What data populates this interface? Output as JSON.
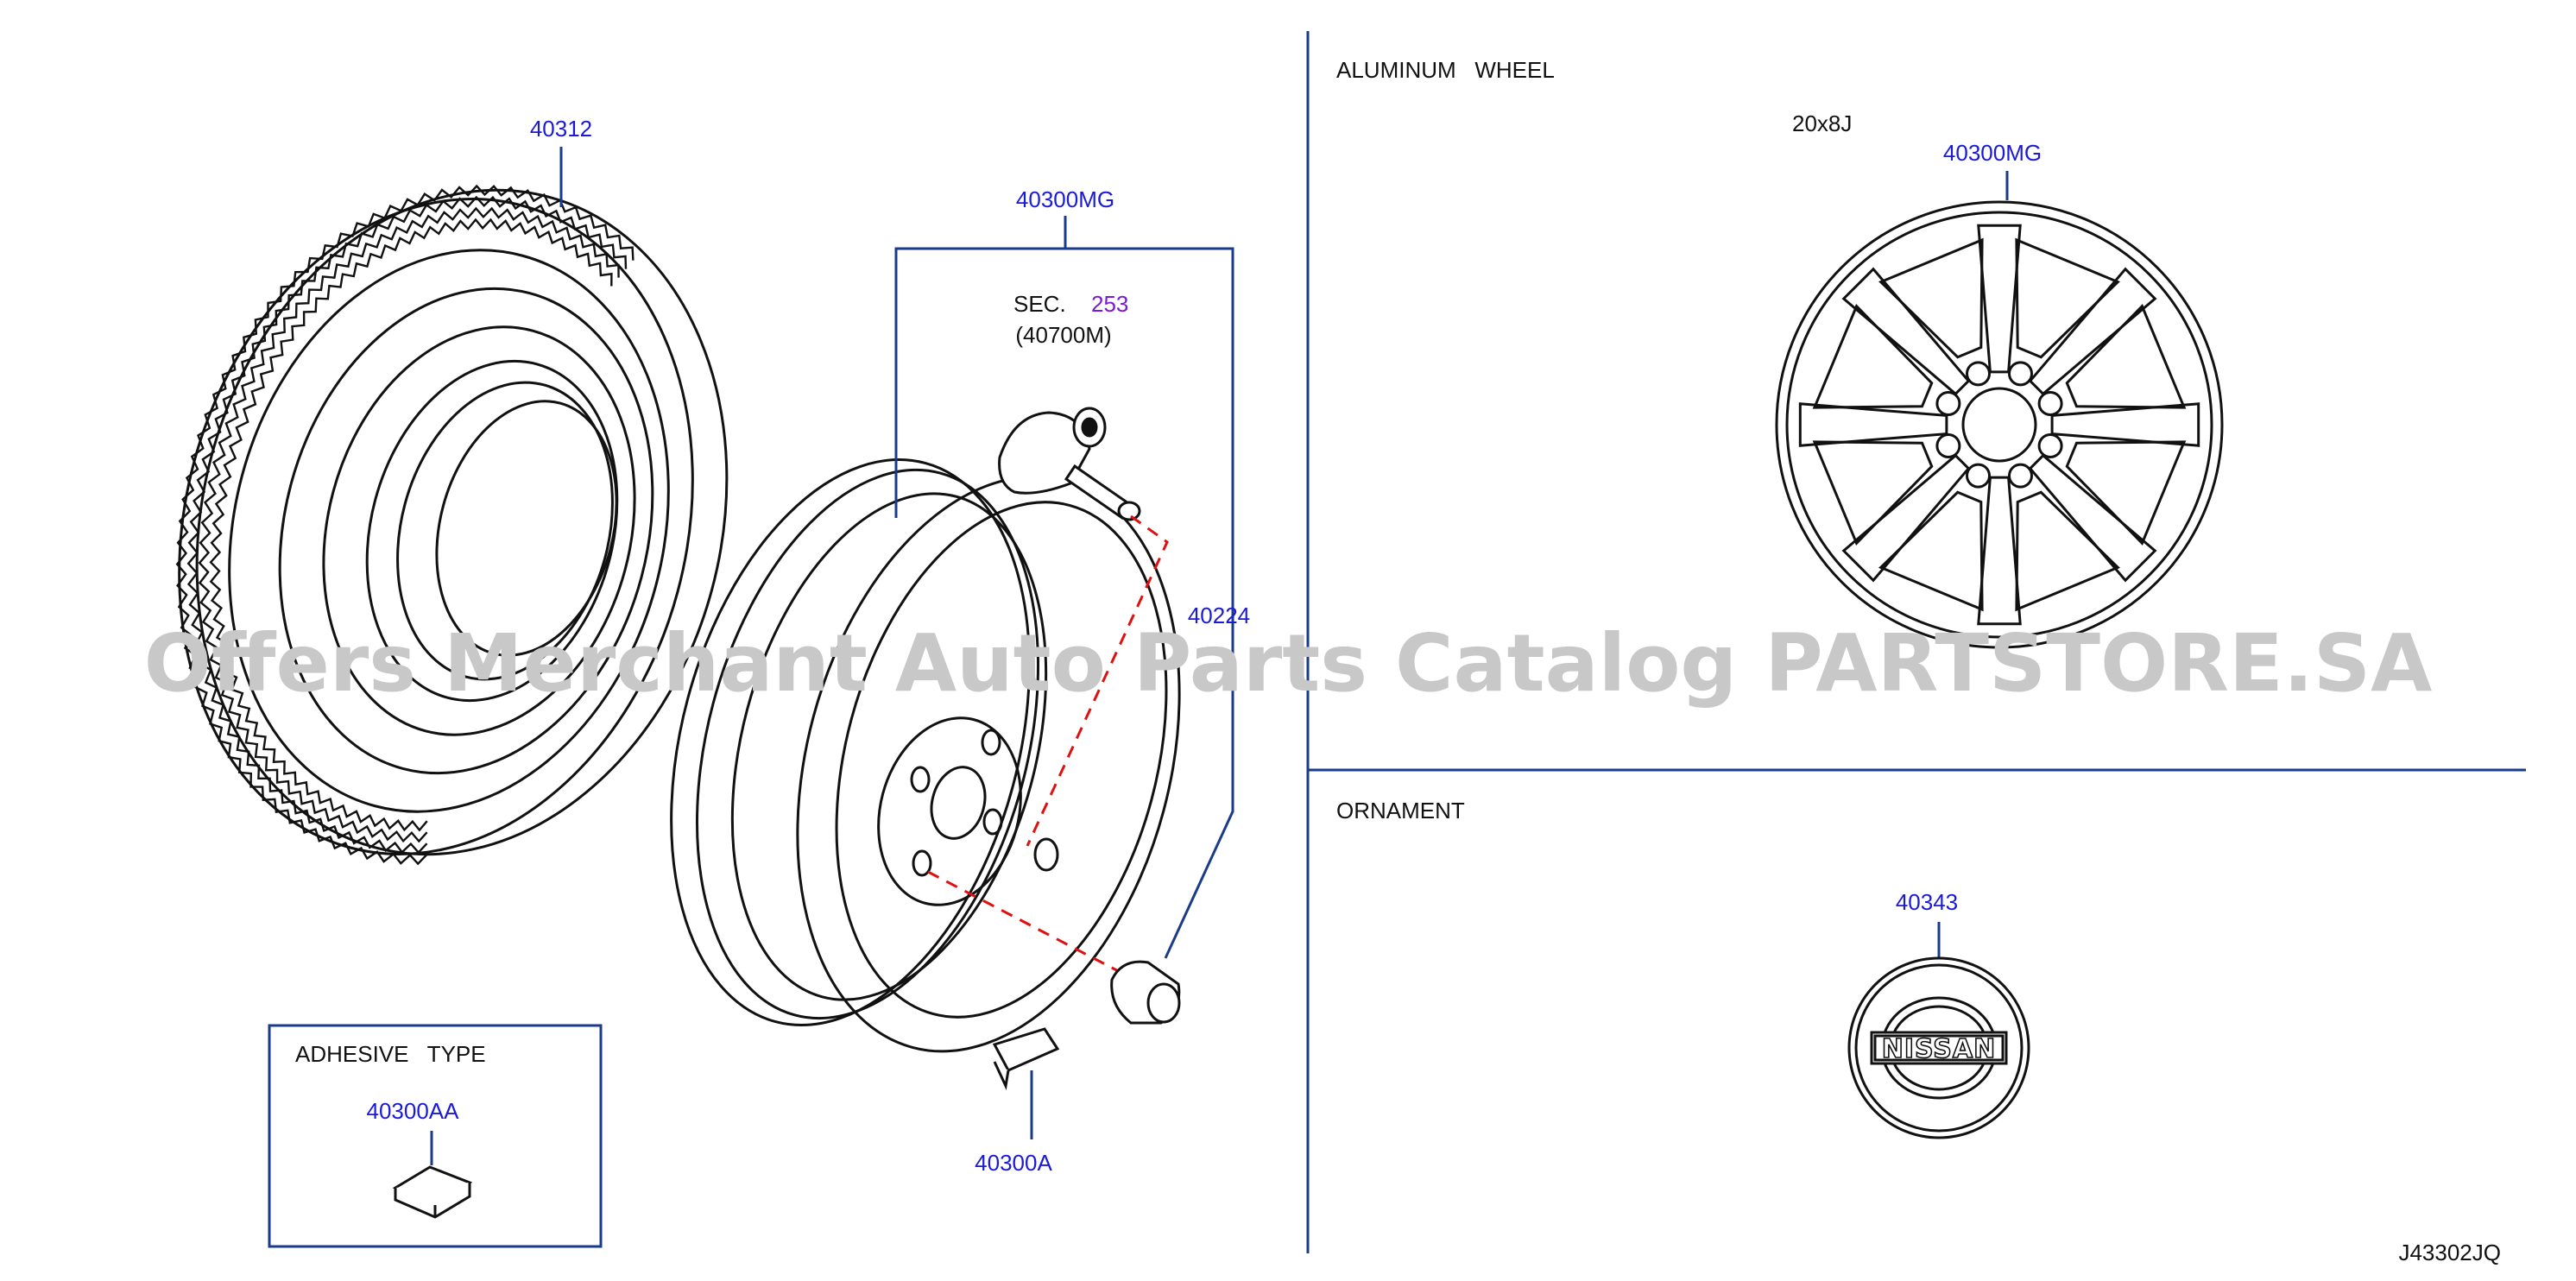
{
  "watermark": "Offers Merchant Auto Parts Catalog PARTSTORE.SA",
  "diagram_id": "J43302JQ",
  "left": {
    "tire_part": "40312",
    "rim_part": "40300MG",
    "sensor_sec_prefix": "SEC.",
    "sensor_sec_num": "253",
    "sensor_part": "(40700M)",
    "nut_part": "40224",
    "weight_part": "40300A"
  },
  "adhesive": {
    "title": "ADHESIVE   TYPE",
    "part": "40300AA"
  },
  "aluminum_wheel": {
    "title": "ALUMINUM   WHEEL",
    "size": "20x8J",
    "part": "40300MG"
  },
  "ornament": {
    "title": "ORNAMENT",
    "part": "40343",
    "logo_text": "NISSAN"
  },
  "colors": {
    "part_number": "#1a1ad8",
    "section_ref": "#7a1ad8",
    "frame_line": "#1a3a8a",
    "guide_dash": "#e01010"
  }
}
